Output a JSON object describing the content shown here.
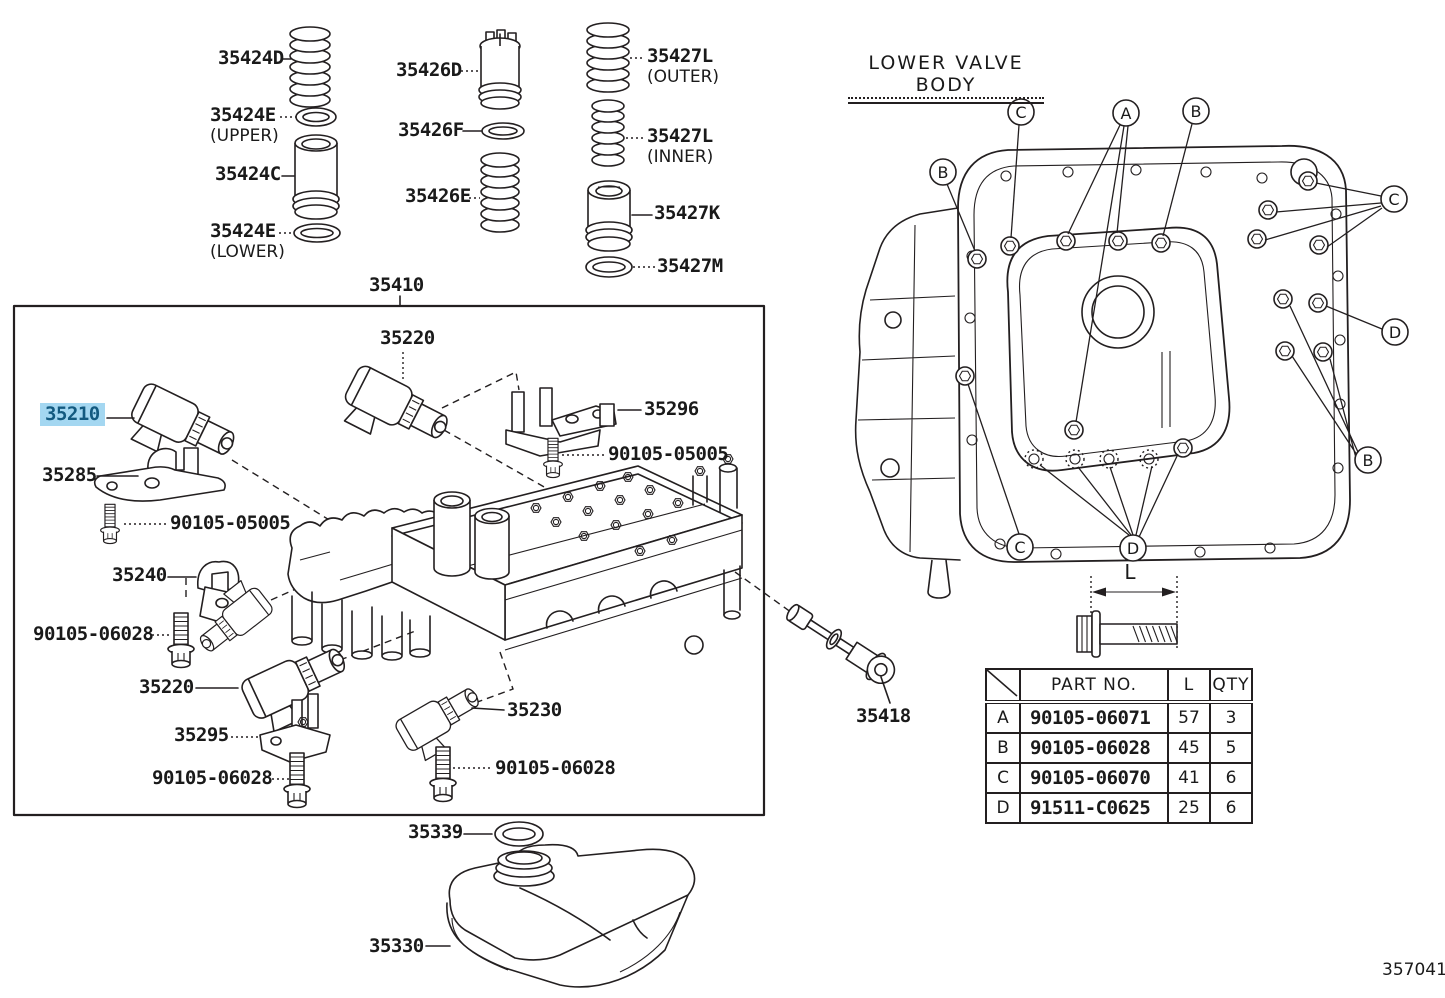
{
  "colors": {
    "line": "#231f20",
    "highlight_bg": "#a4d7f1",
    "highlight_text": "#135a80"
  },
  "section": {
    "title": "LOWER VALVE BODY"
  },
  "drawing_number": "357041",
  "dimension": {
    "label": "L"
  },
  "labels": {
    "l35424d": {
      "text": "35424D"
    },
    "l35424e_upper": {
      "text": "35424E",
      "sub": "(UPPER)"
    },
    "l35424c": {
      "text": "35424C"
    },
    "l35424e_lower": {
      "text": "35424E",
      "sub": "(LOWER)"
    },
    "l35426d": {
      "text": "35426D"
    },
    "l35426f": {
      "text": "35426F"
    },
    "l35426e": {
      "text": "35426E"
    },
    "l35427l_outer": {
      "text": "35427L",
      "sub": "(OUTER)"
    },
    "l35427l_inner": {
      "text": "35427L",
      "sub": "(INNER)"
    },
    "l35427k": {
      "text": "35427K"
    },
    "l35427m": {
      "text": "35427M"
    },
    "l35410": {
      "text": "35410"
    },
    "l35220_top": {
      "text": "35220"
    },
    "l35296": {
      "text": "35296"
    },
    "l90105_05005_a": {
      "text": "90105-05005"
    },
    "l35210": {
      "text": "35210"
    },
    "l35285": {
      "text": "35285"
    },
    "l90105_05005_b": {
      "text": "90105-05005"
    },
    "l35240": {
      "text": "35240"
    },
    "l90105_06028_a": {
      "text": "90105-06028"
    },
    "l35220_bottom": {
      "text": "35220"
    },
    "l35295": {
      "text": "35295"
    },
    "l90105_06028_b": {
      "text": "90105-06028"
    },
    "l35230": {
      "text": "35230"
    },
    "l90105_06028_c": {
      "text": "90105-06028"
    },
    "l35418": {
      "text": "35418"
    },
    "l35339": {
      "text": "35339"
    },
    "l35330": {
      "text": "35330"
    }
  },
  "callouts": [
    "B",
    "C",
    "A",
    "B",
    "C",
    "D",
    "B",
    "C",
    "D"
  ],
  "table": {
    "header": {
      "part_no": "PART NO.",
      "length": "L",
      "qty": "QTY"
    },
    "rows": [
      {
        "key": "A",
        "part_no": "90105-06071",
        "length": "57",
        "qty": "3"
      },
      {
        "key": "B",
        "part_no": "90105-06028",
        "length": "45",
        "qty": "5"
      },
      {
        "key": "C",
        "part_no": "90105-06070",
        "length": "41",
        "qty": "6"
      },
      {
        "key": "D",
        "part_no": "91511-C0625",
        "length": "25",
        "qty": "6"
      }
    ]
  }
}
